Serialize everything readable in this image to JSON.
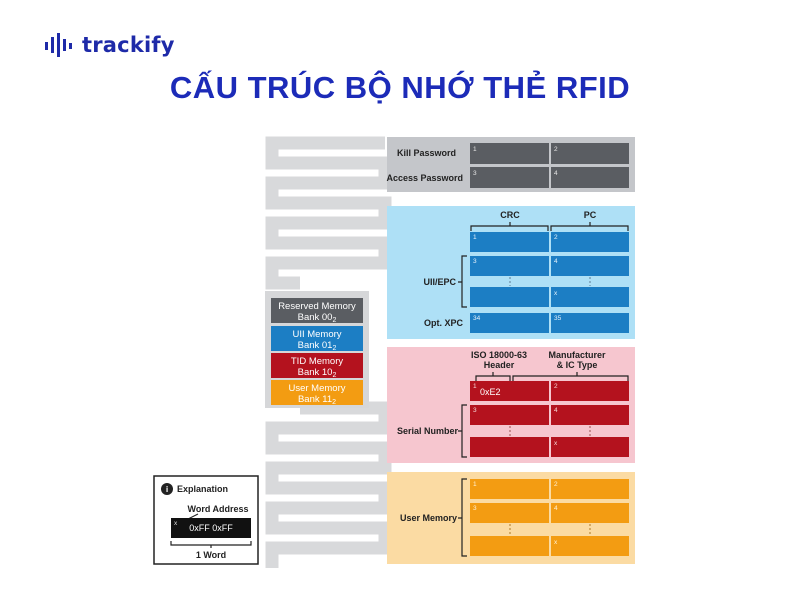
{
  "brand": {
    "name": "trackify"
  },
  "title": "CẤU TRÚC BỘ NHỚ THẺ RFID",
  "colors": {
    "title": "#1c2bb8",
    "reserved": "#5a5d62",
    "uii": "#1c7ec4",
    "tid": "#b4121e",
    "user": "#f39c12",
    "reserved_bg": "#c4c6ca",
    "uii_bg": "#aee0f6",
    "tid_bg": "#f6c6cf",
    "user_bg": "#fbdba3",
    "antenna": "#d8d9db"
  },
  "banks": [
    {
      "line1": "Reserved Memory",
      "line2": "Bank 00",
      "sub": "2"
    },
    {
      "line1": "UII Memory",
      "line2": "Bank 01",
      "sub": "2"
    },
    {
      "line1": "TID Memory",
      "line2": "Bank 10",
      "sub": "2"
    },
    {
      "line1": "User Memory",
      "line2": "Bank 11",
      "sub": "2"
    }
  ],
  "reserved": {
    "rows": [
      {
        "label": "Kill Password",
        "cells": [
          "1",
          "2"
        ]
      },
      {
        "label": "Access Password",
        "cells": [
          "3",
          "4"
        ]
      }
    ]
  },
  "uii": {
    "header_crc": "CRC",
    "header_pc": "PC",
    "row1": [
      "1",
      "2"
    ],
    "row2": [
      "3",
      "4"
    ],
    "row3": [
      "",
      "x"
    ],
    "group_label": "UII/EPC",
    "xpc_label": "Opt. XPC",
    "xpc_cells": [
      "34",
      "35"
    ]
  },
  "tid": {
    "header1_line1": "ISO 18000-63",
    "header1_line2": "Header",
    "header2_line1": "Manufacturer",
    "header2_line2": "& IC Type",
    "row1": [
      "1",
      "2"
    ],
    "row1_value": "0xE2",
    "row2": [
      "3",
      "4"
    ],
    "row3": [
      "",
      "x"
    ],
    "group_label": "Serial Number"
  },
  "user": {
    "row1": [
      "1",
      "2"
    ],
    "row2": [
      "3",
      "4"
    ],
    "row3": [
      "",
      "x"
    ],
    "group_label": "User Memory"
  },
  "explanation": {
    "title": "Explanation",
    "info_glyph": "i",
    "word_address": "Word Address",
    "marker": "x",
    "value": "0xFF 0xFF",
    "word": "1 Word"
  }
}
